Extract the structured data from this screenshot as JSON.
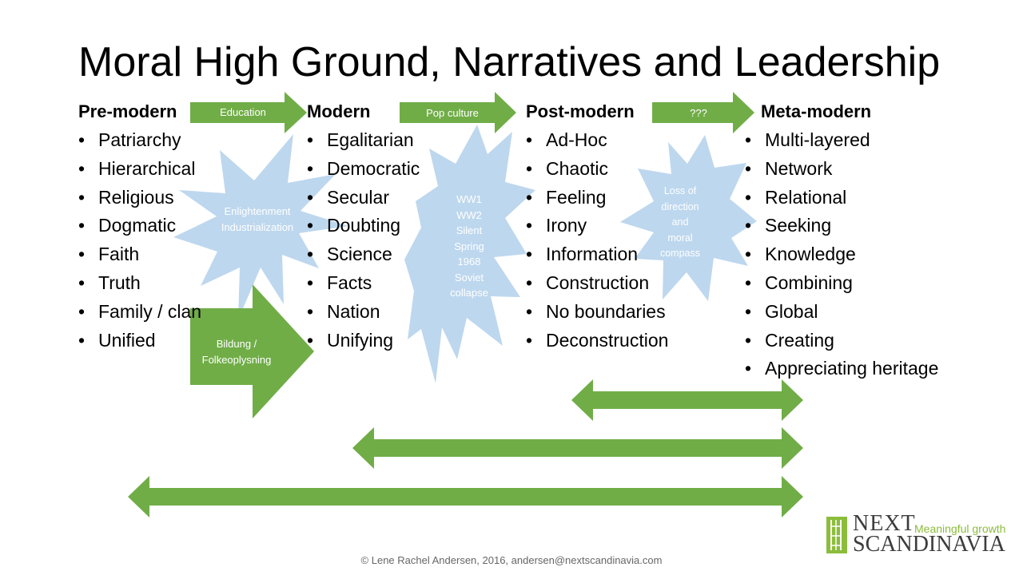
{
  "title": "Moral High Ground, Narratives and Leadership",
  "columns": [
    {
      "heading": "Pre-modern",
      "items": [
        "Patriarchy",
        "Hierarchical",
        "Religious",
        "Dogmatic",
        "Faith",
        "Truth",
        "Family / clan",
        "Unified"
      ]
    },
    {
      "heading": "Modern",
      "items": [
        "Egalitarian",
        "Democratic",
        "Secular",
        "Doubting",
        "Science",
        "Facts",
        "Nation",
        "Unifying"
      ]
    },
    {
      "heading": "Post-modern",
      "items": [
        "Ad-Hoc",
        "Chaotic",
        "Feeling",
        "Irony",
        "Information",
        "Construction",
        "No boundaries",
        "Deconstruction"
      ]
    },
    {
      "heading": "Meta-modern",
      "items": [
        "Multi-layered",
        "Network",
        "Relational",
        "Seeking",
        "Knowledge",
        "Combining",
        "Global",
        "Creating",
        "Appreciating heritage"
      ]
    }
  ],
  "transitions": {
    "education": "Education",
    "pop_culture": "Pop culture",
    "unknown": "???",
    "bildung": [
      "Bildung /",
      "Folkeoplysning"
    ]
  },
  "bursts": {
    "enlightenment": [
      "Enlightenment",
      "Industrialization"
    ],
    "wars": [
      "WW1",
      "WW2",
      "Silent",
      "Spring",
      "1968",
      "Soviet",
      "collapse"
    ],
    "loss": [
      "Loss of",
      "direction",
      "and",
      "moral",
      "compass"
    ]
  },
  "footer": "© Lene Rachel Andersen, 2016, andersen@nextscandinavia.com",
  "logo": {
    "word1": "NEXT",
    "word2": "SCANDINAVIA",
    "tagline": "Meaningful growth"
  },
  "colors": {
    "arrow_green": "#70ad47",
    "burst_blue": "#bdd7ee",
    "logo_green": "#8bbd3b"
  }
}
